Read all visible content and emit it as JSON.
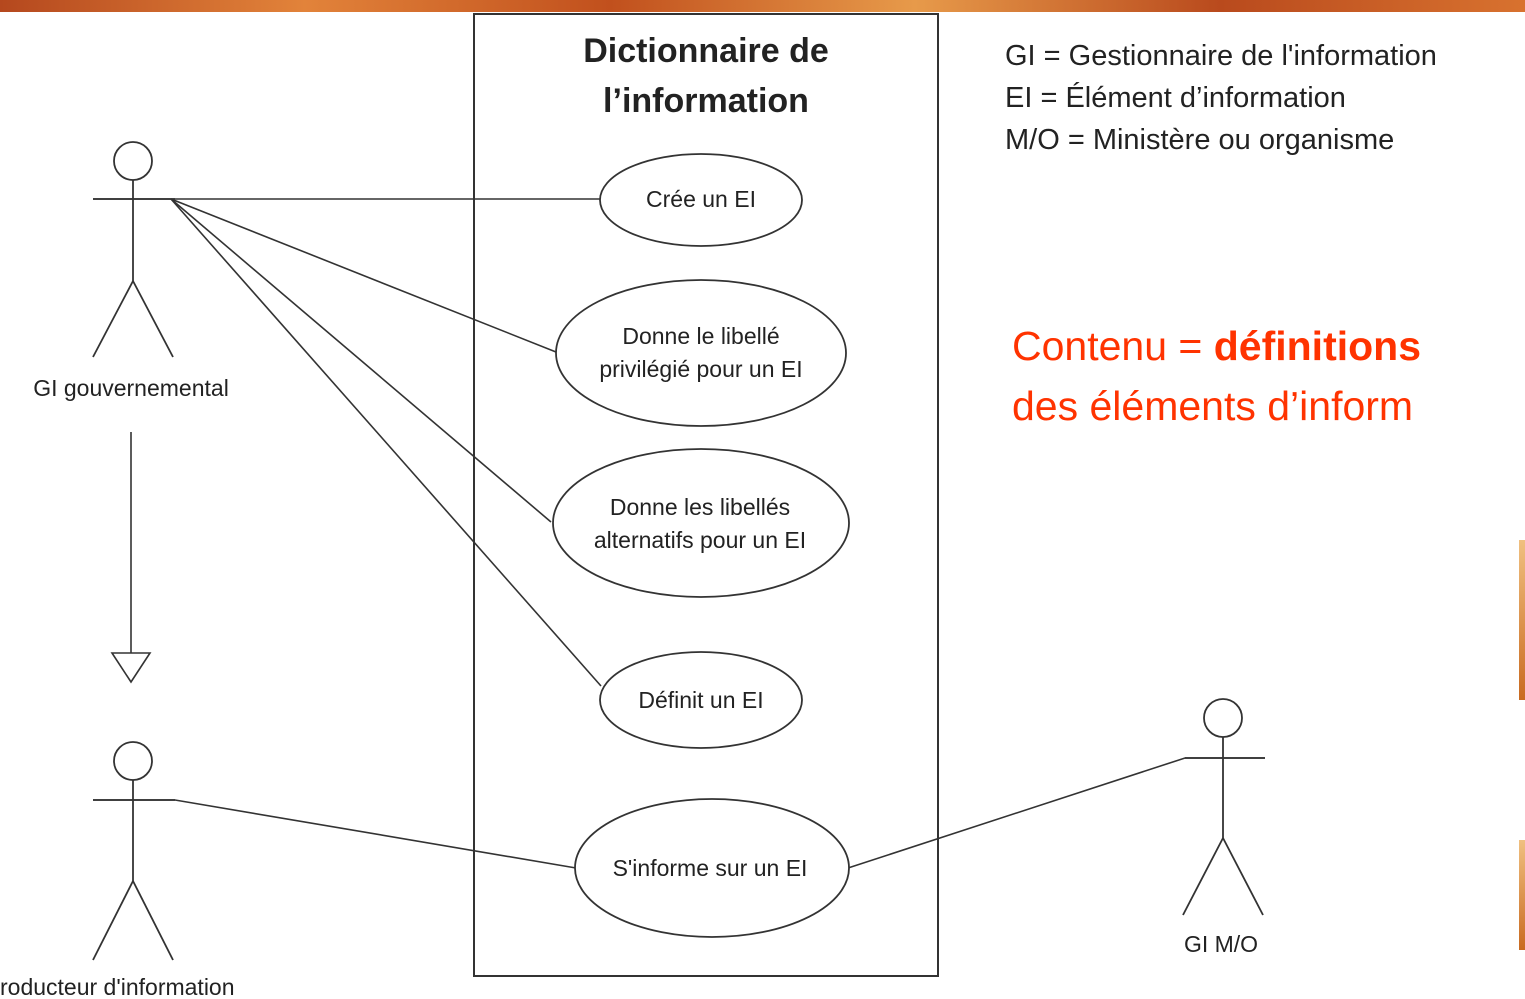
{
  "system": {
    "title_line1": "Dictionnaire de",
    "title_line2": "l’information"
  },
  "use_cases": [
    "Crée un EI",
    "Donne le libellé",
    "privilégié pour un EI",
    "Donne les libellés",
    "alternatifs pour un EI",
    "Définit un EI",
    "S'informe sur un EI"
  ],
  "actors": {
    "gi_gouvernemental": "GI gouvernemental",
    "producteur": "roducteur d'information",
    "gi_mo": "GI M/O"
  },
  "legend": [
    "GI = Gestionnaire de l'information",
    "EI = Élément d’information",
    "M/O = Ministère ou organisme"
  ],
  "note": {
    "line1_prefix": "Contenu = ",
    "line1_bold": "définitions",
    "line2": "des éléments d’inform"
  },
  "colors": {
    "note": "#ff3300",
    "banner": "#c1501d"
  }
}
